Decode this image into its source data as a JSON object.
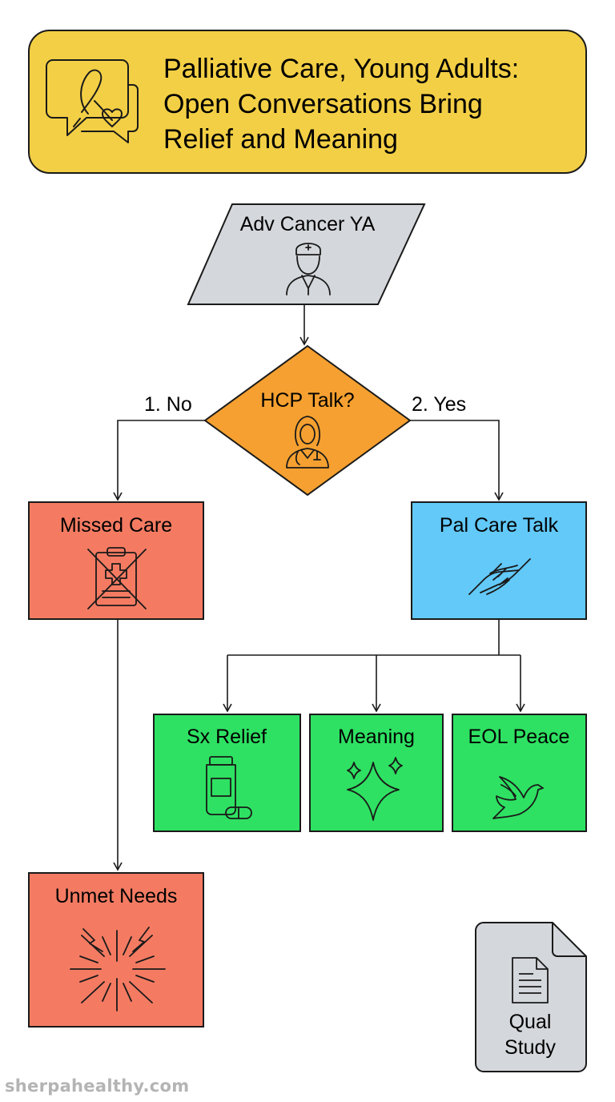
{
  "title": {
    "lines": [
      "Palliative Care, Young Adults:",
      "Open Conversations Bring",
      "Relief and Meaning"
    ],
    "icon": "ribbon-chat-heart-icon"
  },
  "nodes": {
    "start": {
      "label": "Adv Cancer YA",
      "icon": "patient-icon",
      "color": "#d4d7db"
    },
    "decision": {
      "label": "HCP Talk?",
      "icon": "doctor-icon",
      "color": "#f5a030"
    },
    "missed": {
      "label": "Missed Care",
      "icon": "crossed-clipboard-icon",
      "color": "#f47b62"
    },
    "talk": {
      "label": "Pal Care Talk",
      "icon": "helping-hands-icon",
      "color": "#62c9f9"
    },
    "relief": {
      "label": "Sx Relief",
      "icon": "pill-bottle-icon",
      "color": "#2ee162"
    },
    "meaning": {
      "label": "Meaning",
      "icon": "sparkle-stars-icon",
      "color": "#2ee162"
    },
    "peace": {
      "label": "EOL Peace",
      "icon": "dove-icon",
      "color": "#2ee162"
    },
    "unmet": {
      "label": "Unmet Needs",
      "icon": "burst-icon",
      "color": "#f47b62"
    },
    "study": {
      "lines": [
        "Qual",
        "Study"
      ],
      "icon": "document-icon",
      "color": "#d4d7db"
    }
  },
  "branches": {
    "no": "1. No",
    "yes": "2. Yes"
  },
  "watermark": "sherpahealthy.com",
  "colors": {
    "title_bg": "#f3cf45",
    "stroke": "#1a1a1a"
  }
}
